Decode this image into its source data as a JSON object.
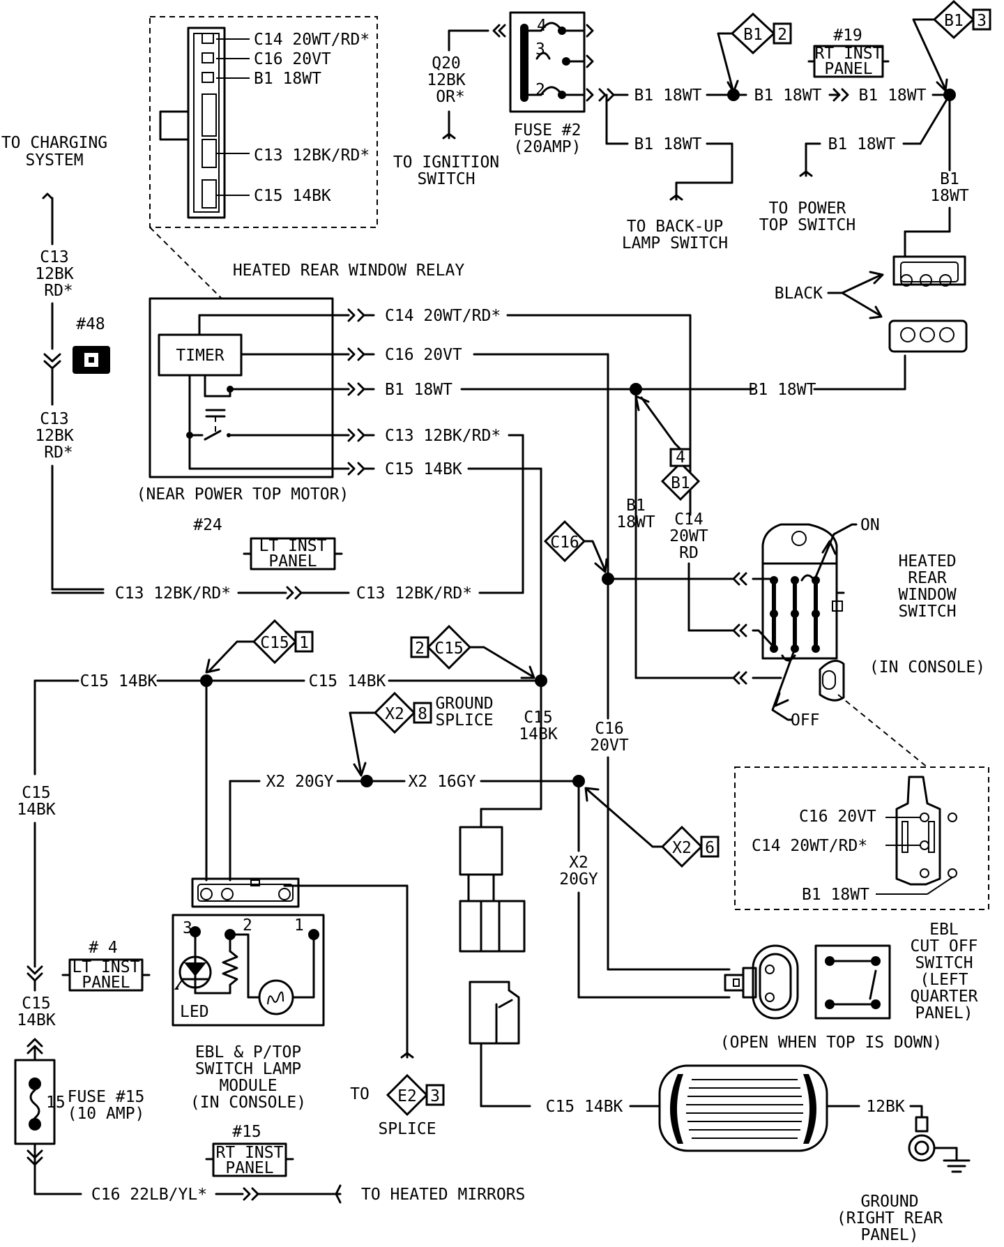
{
  "labels": {
    "to_charging": "TO CHARGING",
    "to_charging2": "SYSTEM",
    "c13_top_1": "C13",
    "c13_top_2": "12BK",
    "c13_top_3": "RD*",
    "c13_mid_1": "C13",
    "c13_mid_2": "12BK",
    "c13_mid_3": "RD*",
    "conn48": "#48",
    "relay_c14": "C14 20WT/RD*",
    "relay_c16": "C16 20VT",
    "relay_b1": "B1 18WT",
    "relay_c13": "C13 12BK/RD*",
    "relay_c15": "C15 14BK",
    "relay_title": "HEATED REAR WINDOW RELAY",
    "timer": "TIMER",
    "near_motor": "(NEAR POWER TOP MOTOR)",
    "w_c14": "C14 20WT/RD*",
    "w_c16": "C16 20VT",
    "w_b1": "B1 18WT",
    "w_c13": "C13 12BK/RD*",
    "w_c15": "C15 14BK",
    "q20_1": "Q20",
    "q20_2": "12BK",
    "q20_3": "OR*",
    "to_ign_1": "TO IGNITION",
    "to_ign_2": "SWITCH",
    "fuse2_1": "FUSE #2",
    "fuse2_2": "(20AMP)",
    "f2_pin4": "4",
    "f2_pin3": "3",
    "f2_pin2": "2",
    "b1_18wt_a": "B1 18WT",
    "b1_18wt_b": "B1 18WT",
    "b1_18wt_c": "B1 18WT",
    "b1_18wt_d": "B1 18WT",
    "b1_18wt_e": "B1 18WT",
    "b1_18wt_f": "B1 18WT",
    "to_backup_1": "TO BACK-UP",
    "to_backup_2": "LAMP SWITCH",
    "to_pwrtop_1": "TO POWER",
    "to_pwrtop_2": "TOP SWITCH",
    "b1_vert_1": "B1",
    "b1_vert_2": "18WT",
    "conn19": "#19",
    "rt_inst_19_1": "RT INST",
    "rt_inst_19_2": "PANEL",
    "d_b1_2_a": "B1",
    "d_b1_2_b": "2",
    "d_b1_3_a": "B1",
    "d_b1_3_b": "3",
    "black": "BLACK",
    "d_b1_4_a": "4",
    "d_b1_4_b": "B1",
    "b1_mid_1": "B1",
    "b1_mid_2": "18WT",
    "c14_mid_1": "C14",
    "c14_mid_2": "20WT",
    "c14_mid_3": "RD",
    "c16_diamond": "C16",
    "on": "ON",
    "off": "OFF",
    "hrw_1": "HEATED",
    "hrw_2": "REAR",
    "hrw_3": "WINDOW",
    "hrw_4": "SWITCH",
    "in_console": "(IN CONSOLE)",
    "conn24": "#24",
    "lt_inst_24_1": "LT INST",
    "lt_inst_24_2": "PANEL",
    "c13_bot_l": "C13 12BK/RD*",
    "c13_bot_r": "C13 12BK/RD*",
    "d_c15_1_a": "C15",
    "d_c15_1_b": "1",
    "d_c15_2_a": "2",
    "d_c15_2_b": "C15",
    "c15_l": "C15 14BK",
    "c15_m": "C15 14BK",
    "d_x2_8_a": "X2",
    "d_x2_8_b": "8",
    "ground_splice_1": "GROUND",
    "ground_splice_2": "SPLICE",
    "c15_v_1": "C15",
    "c15_v_2": "14BK",
    "c16_v_1": "C16",
    "c16_v_2": "20VT",
    "x2_20gy": "X2 20GY",
    "x2_16gy": "X2 16GY",
    "d_x2_6_a": "X2",
    "d_x2_6_b": "6",
    "x2_v_1": "X2",
    "x2_v_2": "20GY",
    "c15_left_1": "C15",
    "c15_left_2": "14BK",
    "conn4": "# 4",
    "lt_inst_4_1": "LT INST",
    "lt_inst_4_2": "PANEL",
    "c15_left2_1": "C15",
    "c15_left2_2": "14BK",
    "pin3": "3",
    "pin2": "2",
    "pin1": "1",
    "led": "LED",
    "ebl_mod_1": "EBL & P/TOP",
    "ebl_mod_2": "SWITCH LAMP",
    "ebl_mod_3": "MODULE",
    "ebl_mod_4": "(IN CONSOLE)",
    "fuse15_1": "FUSE #15",
    "fuse15_2": "(10 AMP)",
    "fuse15_num": "15",
    "conn15": "#15",
    "rt_inst_15_1": "RT INST",
    "rt_inst_15_2": "PANEL",
    "to": "TO",
    "d_e2_a": "E2",
    "d_e2_b": "3",
    "splice": "SPLICE",
    "c16_22": "C16 22LB/YL*",
    "to_mirrors": "TO HEATED MIRRORS",
    "c15_bot": "C15 14BK",
    "bk12": "12BK",
    "ground_1": "GROUND",
    "ground_2": "(RIGHT REAR",
    "ground_3": "PANEL)",
    "ebl_cut_1": "EBL",
    "ebl_cut_2": "CUT OFF",
    "ebl_cut_3": "SWITCH",
    "ebl_cut_4": "(LEFT",
    "ebl_cut_5": "QUARTER",
    "ebl_cut_6": "PANEL)",
    "open_top": "(OPEN WHEN TOP IS DOWN)",
    "sw_c16": "C16 20VT",
    "sw_c14": "C14 20WT/RD*",
    "sw_b1": "B1 18WT",
    "rel_c14": "C14 20WT/RD*",
    "rel_c16": "C16 20VT",
    "rel_b1": "B1 18WT",
    "rel_c13": "C13 12BK/RD*",
    "rel_c15": "C15 14BK"
  }
}
